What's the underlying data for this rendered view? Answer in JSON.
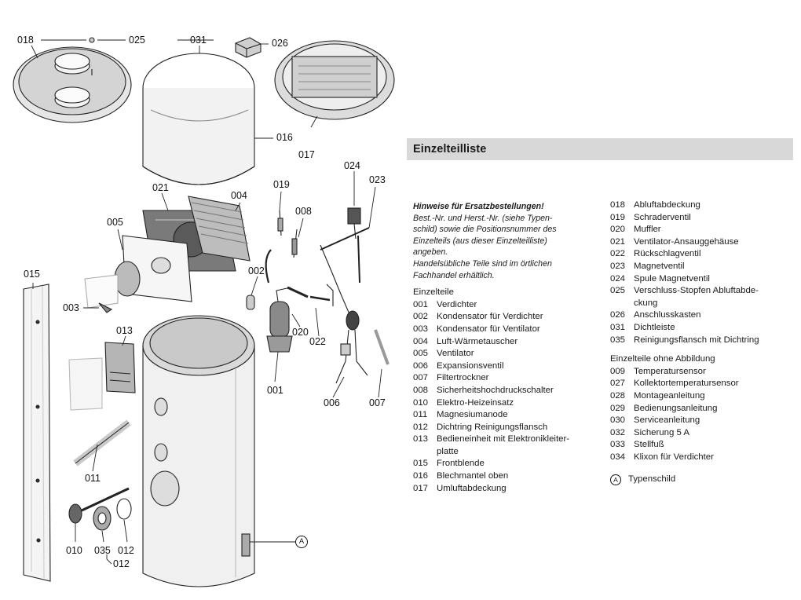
{
  "callouts": {
    "c018": "018",
    "c025": "025",
    "c031": "031",
    "c026": "026",
    "c016": "016",
    "c017": "017",
    "c024": "024",
    "c023": "023",
    "c021": "021",
    "c004": "004",
    "c019": "019",
    "c008": "008",
    "c005": "005",
    "c002": "002",
    "c015": "015",
    "c003": "003",
    "c013": "013",
    "c020": "020",
    "c022": "022",
    "c001": "001",
    "c006": "006",
    "c007": "007",
    "c011": "011",
    "c010": "010",
    "c035": "035",
    "c012a": "012",
    "c012b": "012",
    "cA": "A"
  },
  "panel": {
    "title": "Einzelteilliste",
    "hint_title": "Hinweise für Ersatzbestellungen!",
    "hint_lines": [
      "Best.-Nr. und Herst.-Nr. (siehe Typen-",
      "schild) sowie die Positionsnummer des",
      "Einzelteils (aus dieser Einzelteilliste)",
      "angeben.",
      "Handelsübliche Teile sind im örtlichen",
      "Fachhandel erhältlich."
    ],
    "parts_heading": "Einzelteile",
    "parts_left": [
      {
        "no": "001",
        "name": "Verdichter"
      },
      {
        "no": "002",
        "name": "Kondensator für Verdichter"
      },
      {
        "no": "003",
        "name": "Kondensator für Ventilator"
      },
      {
        "no": "004",
        "name": "Luft-Wärmetauscher"
      },
      {
        "no": "005",
        "name": "Ventilator"
      },
      {
        "no": "006",
        "name": "Expansionsventil"
      },
      {
        "no": "007",
        "name": "Filtertrockner"
      },
      {
        "no": "008",
        "name": "Sicherheitshochdruckschalter"
      },
      {
        "no": "010",
        "name": "Elektro-Heizeinsatz"
      },
      {
        "no": "011",
        "name": "Magnesiumanode"
      },
      {
        "no": "012",
        "name": "Dichtring Reinigungsflansch"
      },
      {
        "no": "013",
        "name": "Bedieneinheit mit Elektronikleiter-"
      },
      {
        "no": "",
        "name": "platte"
      },
      {
        "no": "015",
        "name": "Frontblende"
      },
      {
        "no": "016",
        "name": "Blechmantel oben"
      },
      {
        "no": "017",
        "name": "Umluftabdeckung"
      }
    ],
    "parts_right": [
      {
        "no": "018",
        "name": "Abluftabdeckung"
      },
      {
        "no": "019",
        "name": "Schraderventil"
      },
      {
        "no": "020",
        "name": "Muffler"
      },
      {
        "no": "021",
        "name": "Ventilator-Ansauggehäuse"
      },
      {
        "no": "022",
        "name": "Rückschlagventil"
      },
      {
        "no": "023",
        "name": "Magnetventil"
      },
      {
        "no": "024",
        "name": "Spule Magnetventil"
      },
      {
        "no": "025",
        "name": "Verschluss-Stopfen Abluftabde-"
      },
      {
        "no": "",
        "name": "ckung"
      },
      {
        "no": "026",
        "name": "Anschlusskasten"
      },
      {
        "no": "031",
        "name": "Dichtleiste"
      },
      {
        "no": "035",
        "name": "Reinigungsflansch mit Dichtring"
      }
    ],
    "no_image_heading": "Einzelteile ohne Abbildung",
    "parts_no_image": [
      {
        "no": "009",
        "name": "Temperatursensor"
      },
      {
        "no": "027",
        "name": "Kollektortemperatursensor"
      },
      {
        "no": "028",
        "name": "Montageanleitung"
      },
      {
        "no": "029",
        "name": "Bedienungsanleitung"
      },
      {
        "no": "030",
        "name": "Serviceanleitung"
      },
      {
        "no": "032",
        "name": "Sicherung 5 A"
      },
      {
        "no": "033",
        "name": "Stellfuß"
      },
      {
        "no": "034",
        "name": "Klixon für Verdichter"
      }
    ],
    "legend_mark": "A",
    "legend_text": "Typenschild"
  }
}
